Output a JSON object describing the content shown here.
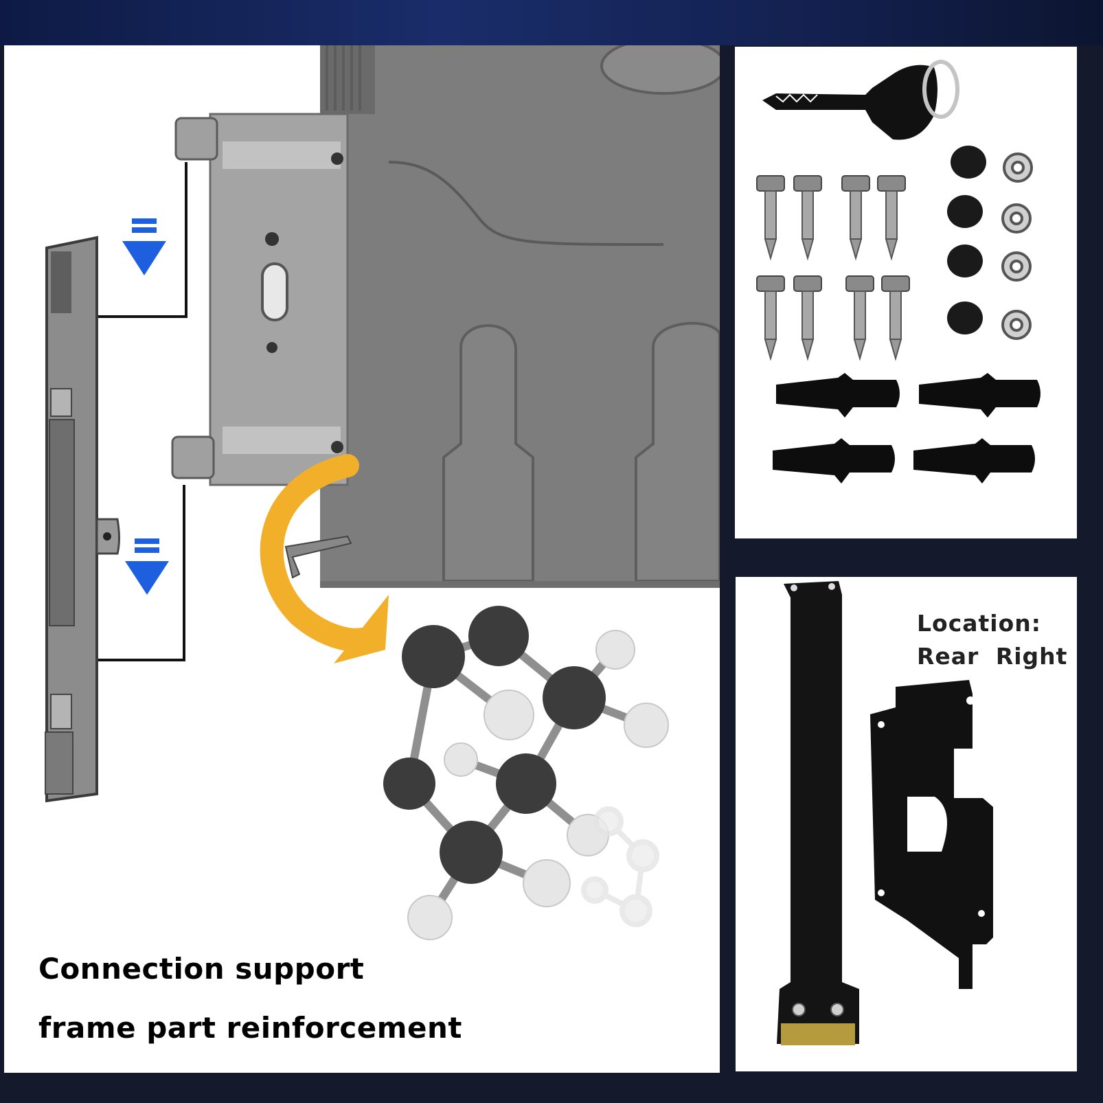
{
  "caption": {
    "line1": "Connection support",
    "line2": "frame part reinforcement"
  },
  "location": {
    "label": "Location:",
    "value": "Rear  Right"
  },
  "colors": {
    "background": "#141a2c",
    "top_band": "#1a2d6a",
    "arrow_blue": "#1e5fe0",
    "arrow_orange": "#f2b02a",
    "part_black": "#111111",
    "steel": "#9a9a9a"
  },
  "icons": [
    "down-arrow-icon",
    "curved-arrow-icon",
    "key-icon",
    "screw-icon",
    "bushing-icon",
    "lock-washer-icon",
    "plastic-plug-icon"
  ]
}
